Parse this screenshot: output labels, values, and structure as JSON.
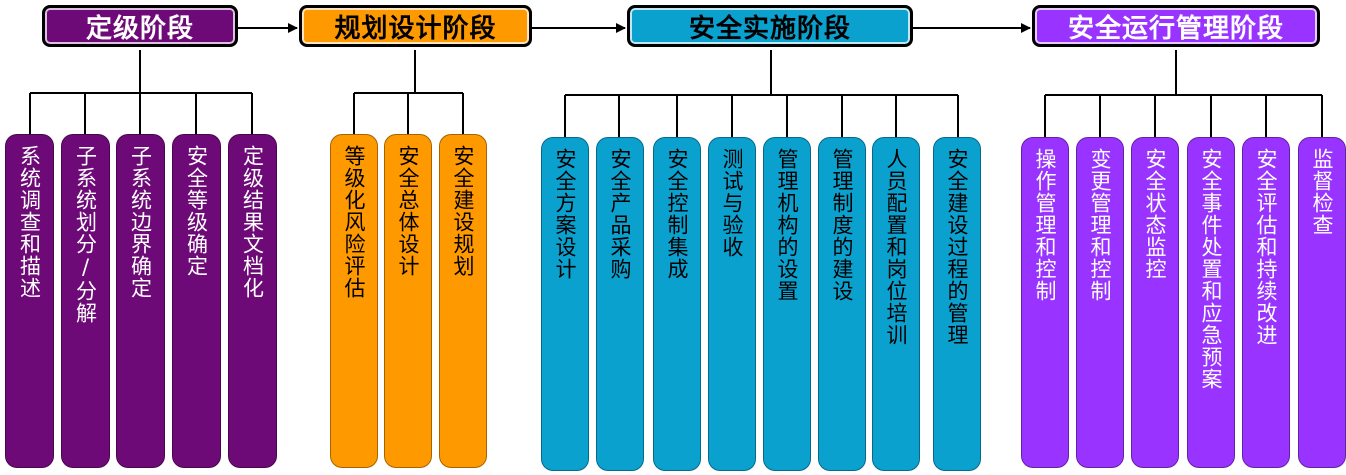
{
  "colors": {
    "stage1": "#6e0a78",
    "stage2": "#ff9900",
    "stage3": "#0ba1cf",
    "stage4": "#9933ff",
    "lines": "#000000"
  },
  "stages": [
    {
      "title": "定级阶段",
      "items": [
        "系统调查和描述",
        "子系统划分/分解",
        "子系统边界确定",
        "安全等级确定",
        "定级结果文档化"
      ]
    },
    {
      "title": "规划设计阶段",
      "items": [
        "等级化风险评估",
        "安全总体设计",
        "安全建设规划"
      ]
    },
    {
      "title": "安全实施阶段",
      "items": [
        "安全方案设计",
        "安全产品采购",
        "安全控制集成",
        "测试与验收",
        "管理机构的设置",
        "管理制度的建设",
        "人员配置和岗位培训",
        "安全建设过程的管理"
      ]
    },
    {
      "title": "安全运行管理阶段",
      "items": [
        "操作管理和控制",
        "变更管理和控制",
        "安全状态监控",
        "安全事件处置和应急预案",
        "安全评估和持续改进",
        "监督检查"
      ]
    }
  ]
}
